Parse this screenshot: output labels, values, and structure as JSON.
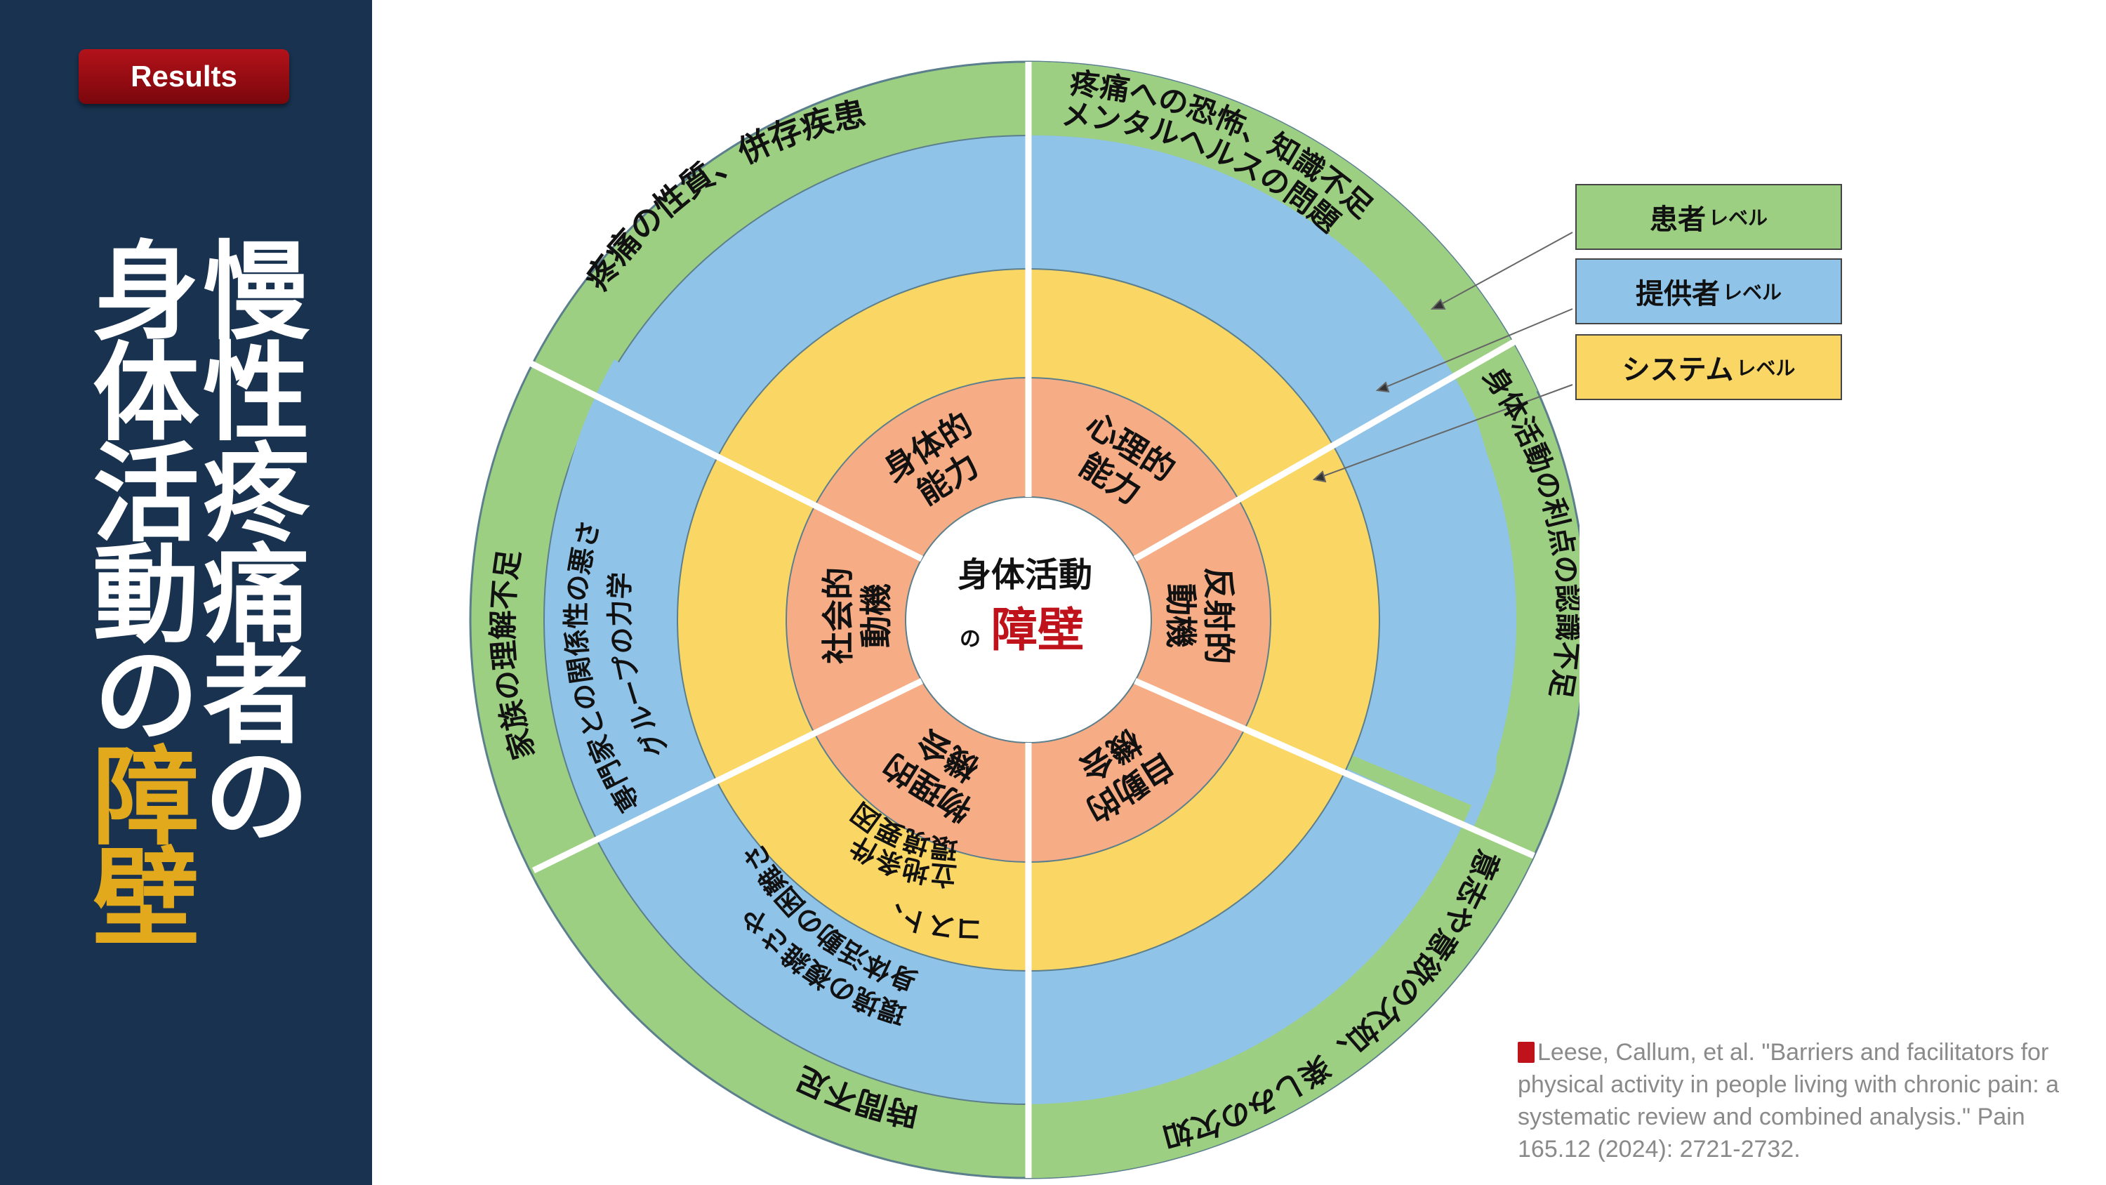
{
  "badge": "Results",
  "title": {
    "line1": "慢性疼痛者の",
    "line2_main": "身体活動の",
    "line2_highlight": "障壁"
  },
  "center": {
    "line1": "身体活動",
    "small": "の",
    "main": "障壁"
  },
  "colors": {
    "patient": "#9ccf82",
    "provider": "#8fc3e8",
    "system": "#fad664",
    "inner": "#f6ad85",
    "title_highlight": "#e2a91c",
    "sidebar": "#18324f",
    "center_red": "#c0121b"
  },
  "outer_labels": {
    "top_left": "疼痛の性質、併存疾患",
    "top_right_1": "疼痛への恐怖、知識不足",
    "top_right_2": "メンタルヘルスの問題",
    "right": "身体活動の利点の認識不足",
    "bottom_right": "意志や意欲の欠如、楽しみの欠如",
    "bottom_left": "時間不足",
    "left": "家族の理解不足"
  },
  "middle_labels": {
    "left_1": "専門家との関係性の悪さ",
    "left_2": "グループの力学",
    "bottom_1": "環境の複雑さや",
    "bottom_2": "身体活動の困難さ"
  },
  "yellow_label": {
    "line1": "コスト、",
    "line2": "立地条件",
    "line3": "環境要因"
  },
  "inner_labels": [
    {
      "l1": "身体的",
      "l2": "能力"
    },
    {
      "l1": "心理的",
      "l2": "能力"
    },
    {
      "l1": "反射的",
      "l2": "動機"
    },
    {
      "l1": "自動的",
      "l2": "機会"
    },
    {
      "l1": "物理的",
      "l2": "機会"
    },
    {
      "l1": "社会的",
      "l2": "動機"
    }
  ],
  "legend": [
    {
      "main": "患者",
      "small": "レベル"
    },
    {
      "main": "提供者",
      "small": "レベル"
    },
    {
      "main": "システム",
      "small": "レベル"
    }
  ],
  "citation": "Leese, Callum, et al. \"Barriers and facilitators for physical activity in people living with chronic pain: a systematic review and combined analysis.\" Pain 165.12 (2024): 2721-2732."
}
